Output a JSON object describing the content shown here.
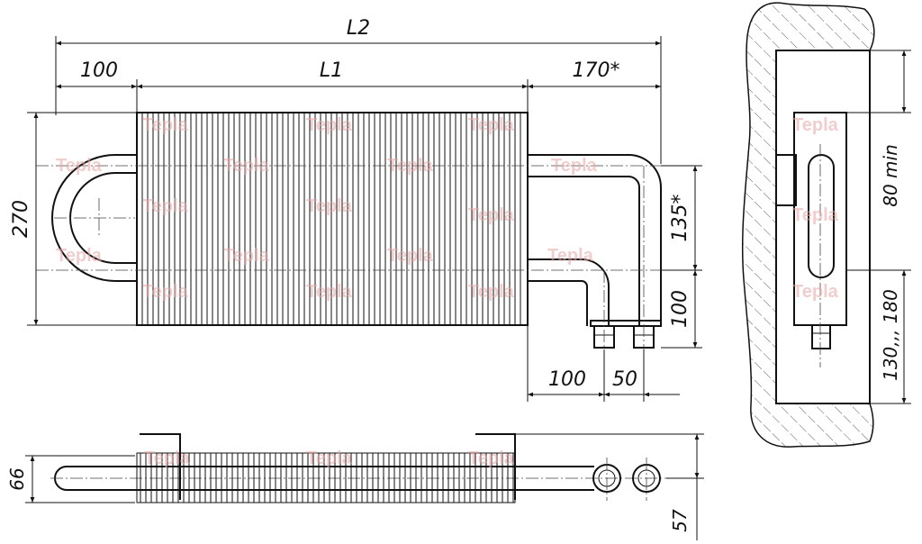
{
  "drawing": {
    "dimensions": {
      "L2": "L2",
      "L1": "L1",
      "left_offset": "100",
      "right_offset": "170*",
      "height": "270",
      "pipe_spacing": "135*",
      "bottom_offset": "100",
      "pipe_offset_100": "100",
      "pipe_offset_50": "50",
      "depth_66": "66",
      "depth_57": "57",
      "wall_min": "80 min",
      "wall_range": "130,,, 180"
    },
    "watermark": "Tepla"
  }
}
